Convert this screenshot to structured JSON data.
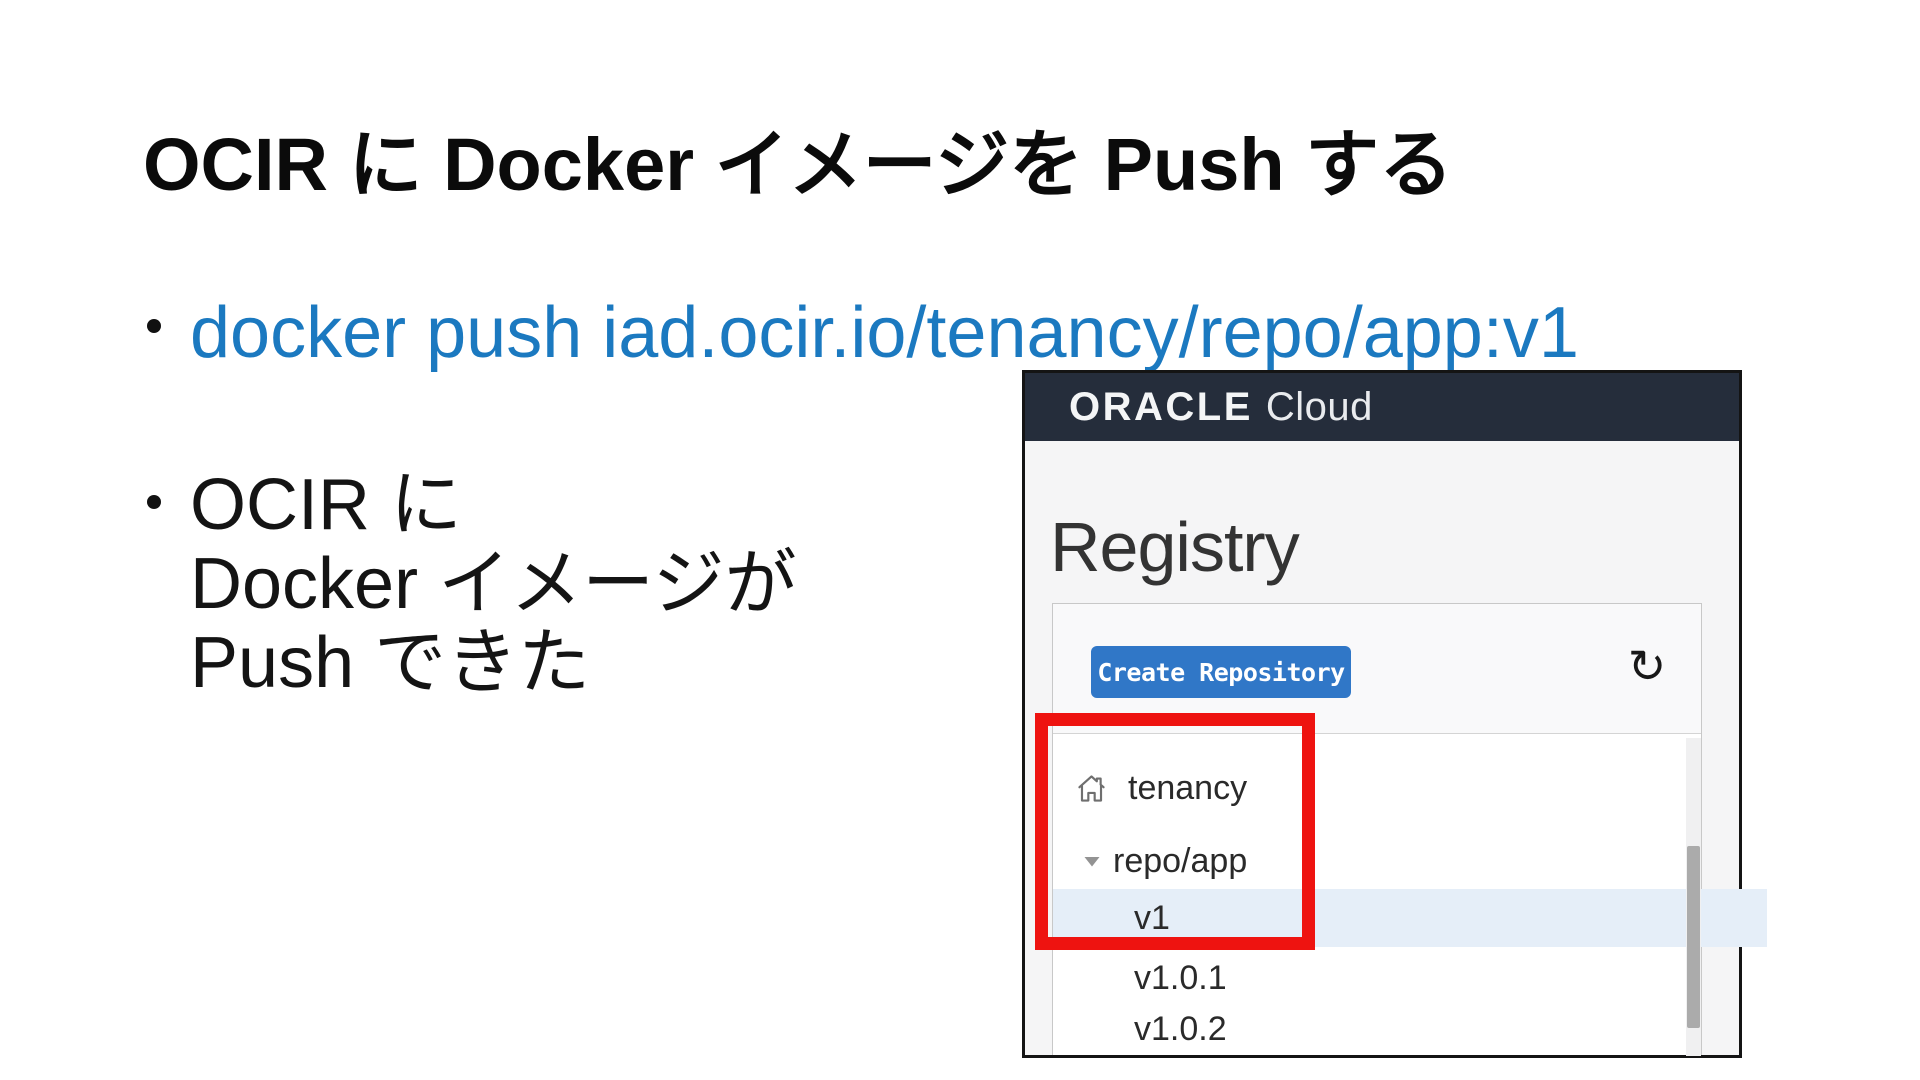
{
  "slide": {
    "title": "OCIR に Docker イメージを Push する",
    "bullet_marker": "•",
    "command_bullet": "docker push iad.ocir.io/tenancy/repo/app:v1",
    "result_bullet_lines": [
      "OCIR に",
      "Docker イメージが",
      "Push できた"
    ]
  },
  "console": {
    "brand": {
      "primary": "ORACLE",
      "secondary": "Cloud"
    },
    "page_title": "Registry",
    "toolbar": {
      "create_repository_label": "Create Repository",
      "refresh_glyph": "↻"
    },
    "tree": {
      "tenancy_label": "tenancy",
      "repo_label": "repo/app",
      "caret_glyph": "▾",
      "versions": [
        {
          "label": "v1",
          "selected": true
        },
        {
          "label": "v1.0.1",
          "selected": false
        },
        {
          "label": "v1.0.2",
          "selected": false
        }
      ]
    }
  },
  "icons": {
    "home": "home-icon",
    "caret_down": "chevron-down-icon",
    "refresh": "refresh-icon"
  },
  "colors": {
    "link_blue": "#1b79c0",
    "header_navy": "#252d3b",
    "button_blue": "#3077c7",
    "selected_row_blue": "#e5eef8",
    "annotation_red": "#ee1310",
    "screenshot_bg": "#f5f5f6"
  }
}
